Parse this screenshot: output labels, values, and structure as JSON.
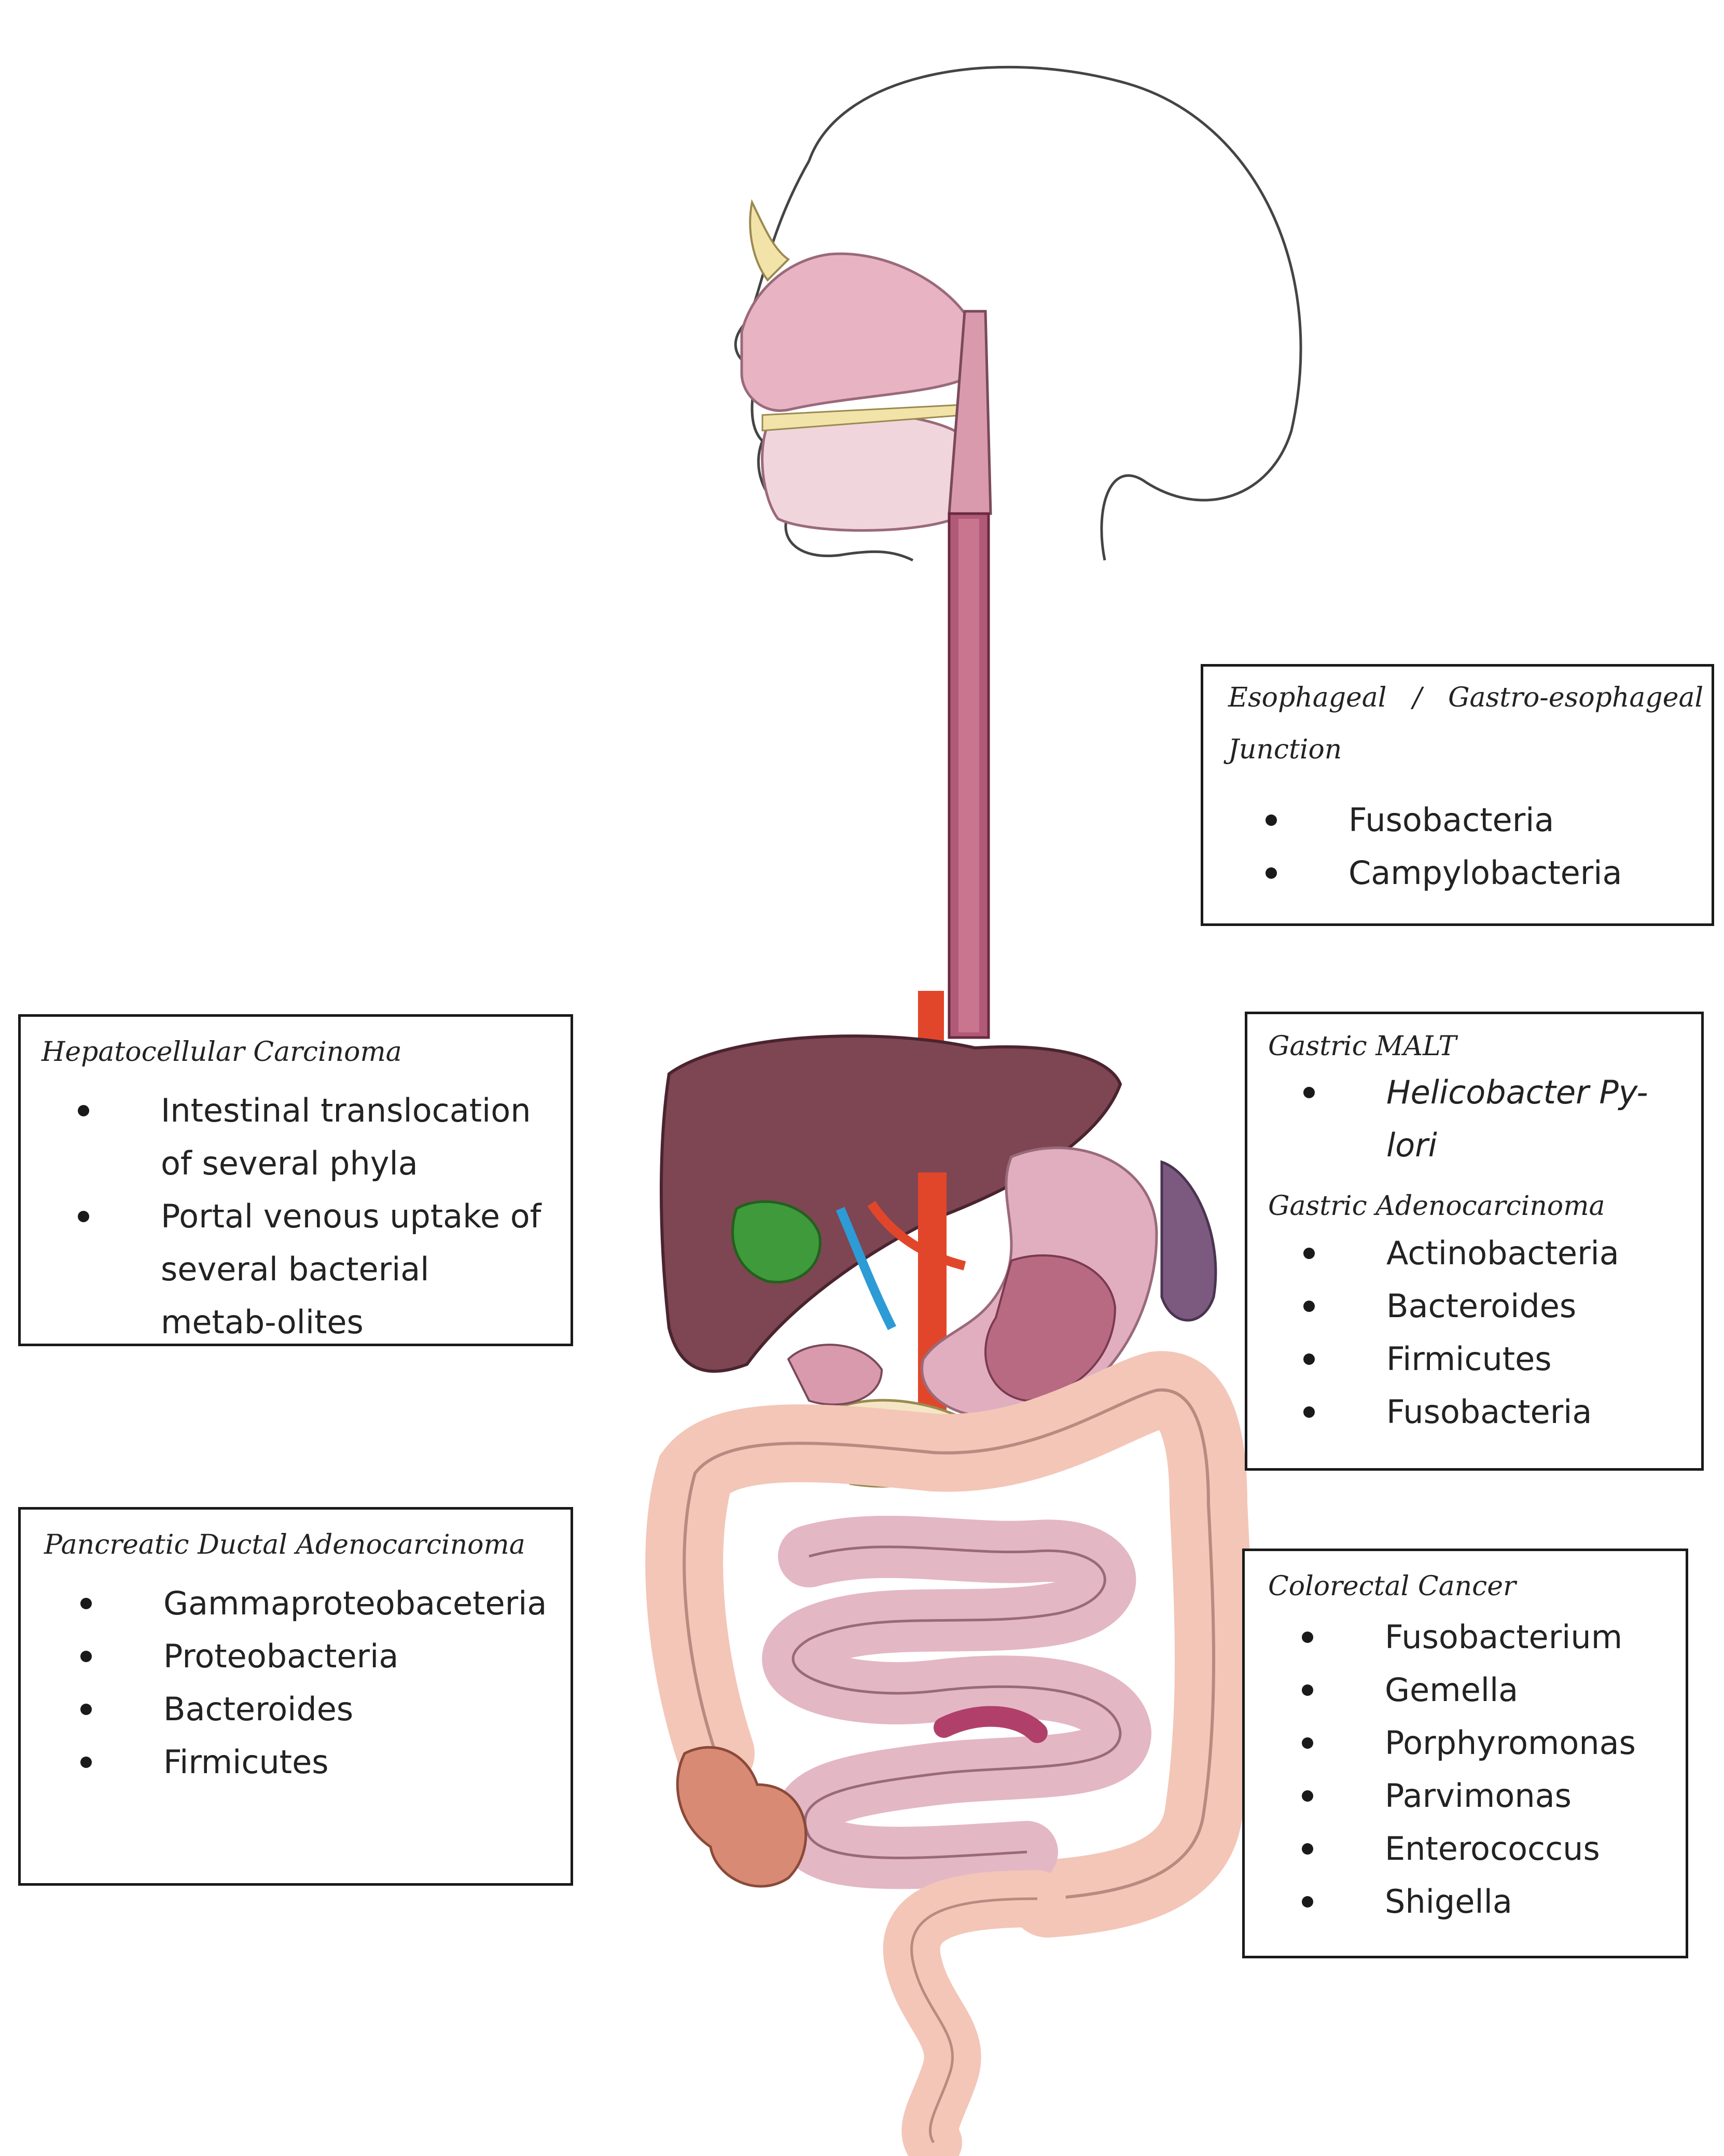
{
  "boxes": {
    "esophageal": {
      "title_line1": "Esophageal / Gastro-esophageal",
      "title_line2": "Junction",
      "items": [
        "Fusobacteria",
        "Campylobacteria"
      ]
    },
    "hepatocellular": {
      "title": "Hepatocellular Carcinoma",
      "items": [
        "Intestinal translocation of several phyla",
        "Portal venous uptake of several bacterial metab-olites"
      ]
    },
    "gastric": {
      "title_malt": "Gastric MALT",
      "malt_items": [
        "Helicobacter Py-lori"
      ],
      "title_adeno": "Gastric Adenocarcinoma",
      "adeno_items": [
        "Actinobacteria",
        "Bacteroides",
        "Firmicutes",
        "Fusobacteria"
      ]
    },
    "pancreatic": {
      "title": "Pancreatic Ductal Adenocarcinoma",
      "items": [
        "Gammaproteobaceteria",
        "Proteobacteria",
        "Bacteroides",
        "Firmicutes"
      ]
    },
    "colorectal": {
      "title": "Colorectal Cancer",
      "items": [
        "Fusobacterium",
        "Gemella",
        "Porphyromonas",
        "Parvimonas",
        "Enterococcus",
        "Shigella"
      ]
    }
  },
  "colors": {
    "organ_pink": "#e8b4c4",
    "organ_dark": "#c98aa0",
    "liver": "#7e4652",
    "colon": "#f3c6b8",
    "esophagus": "#b05a78",
    "gallbladder": "#3e9a3a",
    "vein_blue": "#2d9bd6",
    "artery_red": "#e2462a"
  }
}
